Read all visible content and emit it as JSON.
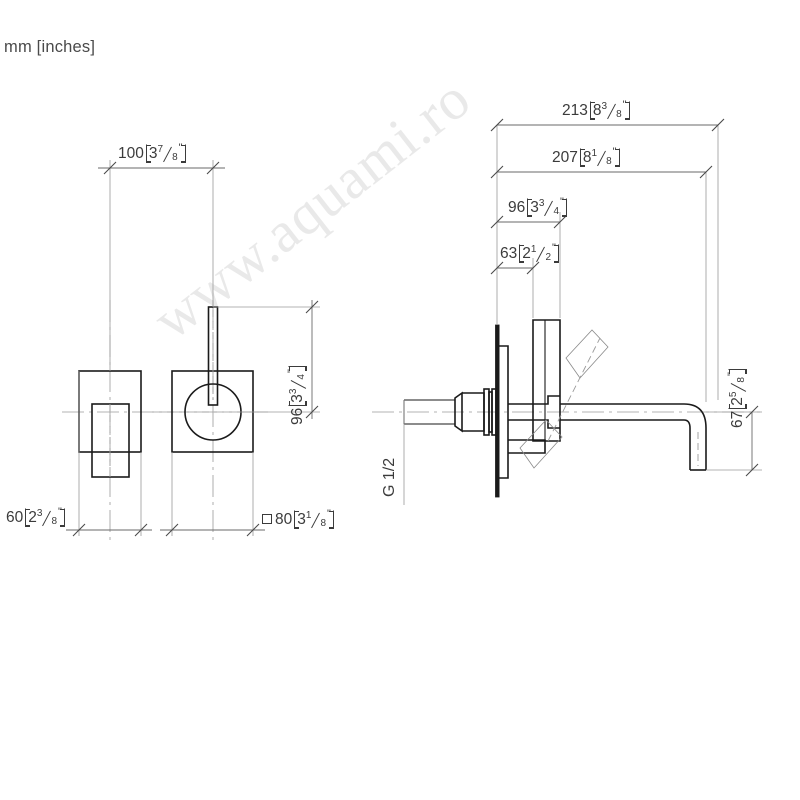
{
  "sheet": {
    "unit_note": "mm [inches]",
    "watermark": "www.aquami.ro",
    "background_color": "#ffffff",
    "line_color": "#1a1a1a",
    "thin_line_color": "#7a7a7a",
    "text_color": "#3b3b3b"
  },
  "dimensions": {
    "handle_offset": {
      "id": "dim-100",
      "mm": "100",
      "whole": "3",
      "num": "7",
      "den": "8",
      "inch": "\"",
      "orientation": "horizontal",
      "label": "100 [3 7/8\"]"
    },
    "handle_height": {
      "id": "dim-96-vertical",
      "mm": "96",
      "whole": "3",
      "num": "3",
      "den": "4",
      "inch": "\"",
      "orientation": "vertical",
      "label": "96 [3 3/4\"]"
    },
    "escutcheon_depth": {
      "id": "dim-60",
      "mm": "60",
      "whole": "2",
      "num": "3",
      "den": "8",
      "inch": "\"",
      "orientation": "horizontal",
      "label": "60 [2 3/8\"]"
    },
    "plate_square": {
      "id": "dim-80-square",
      "square_symbol": "square",
      "mm": "80",
      "whole": "3",
      "num": "1",
      "den": "8",
      "inch": "\"",
      "orientation": "horizontal",
      "label": "□ 80 [3 1/8\"]"
    },
    "spout_total_reach": {
      "id": "dim-213",
      "mm": "213",
      "whole": "8",
      "num": "3",
      "den": "8",
      "inch": "\"",
      "orientation": "horizontal",
      "label": "213 [8 3/8\"]"
    },
    "spout_reach": {
      "id": "dim-207",
      "mm": "207",
      "whole": "8",
      "num": "1",
      "den": "8",
      "inch": "\"",
      "orientation": "horizontal",
      "label": "207 [8 1/8\"]"
    },
    "body_depth": {
      "id": "dim-96-horizontal",
      "mm": "96",
      "whole": "3",
      "num": "3",
      "den": "4",
      "inch": "\"",
      "orientation": "horizontal",
      "label": "96 [3 3/4\"]"
    },
    "lever_depth": {
      "id": "dim-63",
      "mm": "63",
      "whole": "2",
      "num": "1",
      "den": "2",
      "inch": "\"",
      "orientation": "horizontal",
      "label": "63 [2 1/2\"]"
    },
    "spout_drop": {
      "id": "dim-67",
      "mm": "67",
      "whole": "2",
      "num": "5",
      "den": "8",
      "inch": "\"",
      "orientation": "vertical",
      "label": "67 [2 5/8\"]"
    },
    "thread": {
      "id": "dim-g12",
      "label": "G 1/2",
      "orientation": "vertical"
    }
  },
  "views": {
    "left_side_view": "handle side elevation",
    "front_view": "handle front elevation with round lever boss",
    "section_view": "wall-mounted spout and valve body section"
  }
}
